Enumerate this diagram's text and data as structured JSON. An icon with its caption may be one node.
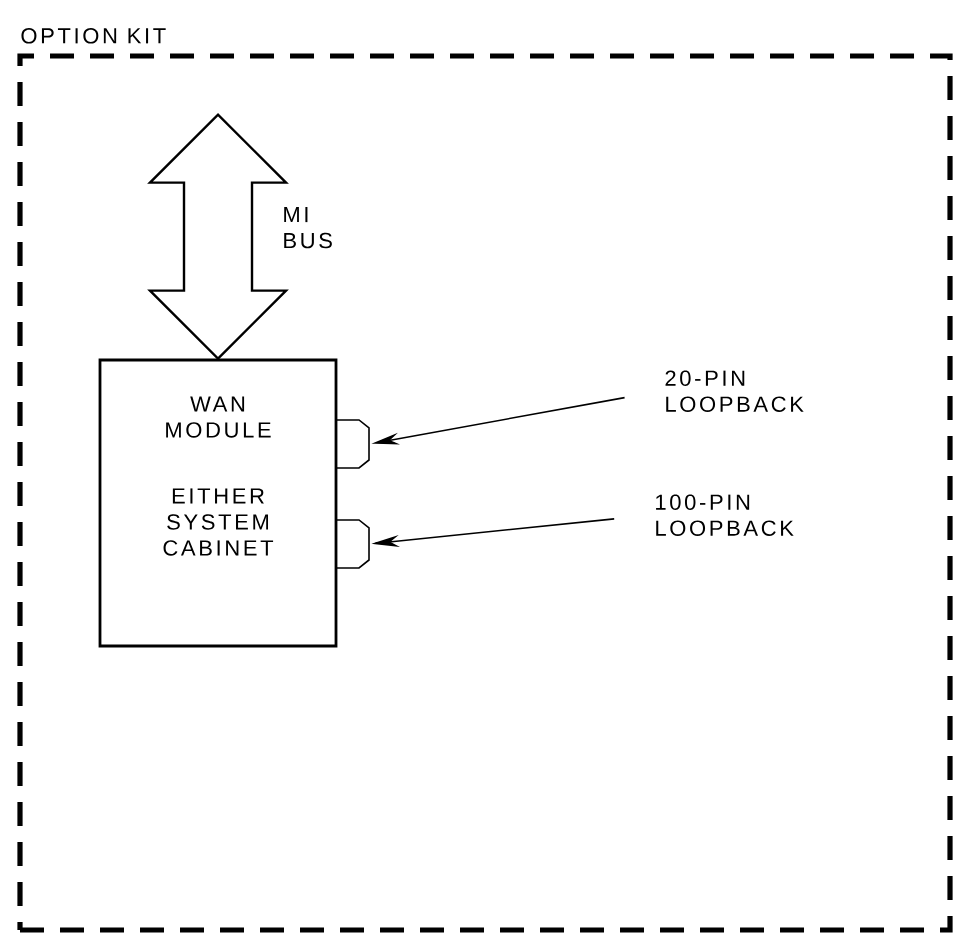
{
  "diagram": {
    "nodes": [
      {
        "text": [
          "OPTION KIT"
        ]
      },
      {
        "text": [
          "WAN MODULE",
          "EITHER SYSTEM CABINET"
        ],
        "in": 0
      },
      {
        "text": [],
        "shape": "box",
        "in": 0
      },
      {
        "text": [],
        "shape": "box",
        "in": 0
      },
      {
        "text": [
          "20-PIN LOOPBACK"
        ],
        "in": 0
      },
      {
        "text": [
          "100-PIN LOOPBACK"
        ],
        "in": 0
      }
    ],
    "edges": [
      {
        "from": null,
        "to": 1,
        "arrow": "both",
        "label": "MI BUS"
      },
      {
        "from": 4,
        "to": 2,
        "arrow": "to"
      },
      {
        "from": 5,
        "to": 3,
        "arrow": "to"
      }
    ]
  }
}
